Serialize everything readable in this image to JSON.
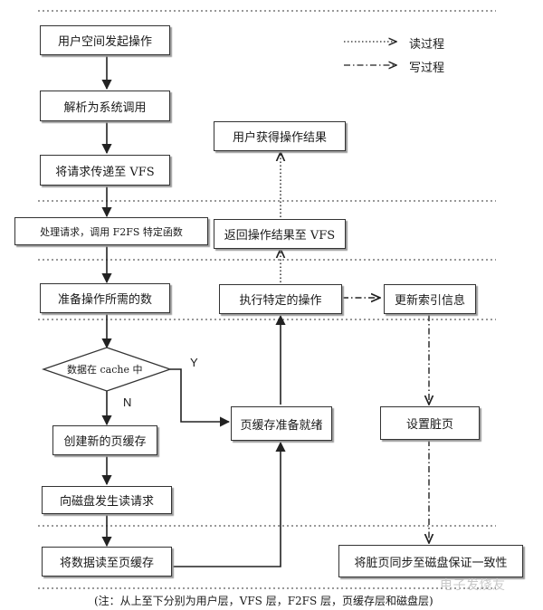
{
  "legend": {
    "read_process": "读过程",
    "write_process": "写过程"
  },
  "nodes": {
    "user_start": "用户空间发起操作",
    "parse_syscall": "解析为系统调用",
    "pass_to_vfs": "将请求传递至 VFS",
    "handle_request": "处理请求，调用 F2FS 特定函数",
    "prepare_data": "准备操作所需的数",
    "decision": "数据在 cache 中",
    "create_page_cache": "创建新的页缓存",
    "disk_read_request": "向磁盘发生读请求",
    "read_into_cache": "将数据读至页缓存",
    "page_cache_ready": "页缓存准备就绪",
    "execute_op": "执行特定的操作",
    "return_to_vfs": "返回操作结果至 VFS",
    "user_gets_result": "用户获得操作结果",
    "update_index": "更新索引信息",
    "set_dirty_page": "设置脏页",
    "sync_dirty_pages": "将脏页同步至磁盘保证一致性"
  },
  "branch_labels": {
    "yes": "Y",
    "no": "N"
  },
  "caption": "(注：从上至下分别为用户层，VFS 层，F2FS 层，页缓存层和磁盘层)",
  "watermark": "电子发烧友"
}
